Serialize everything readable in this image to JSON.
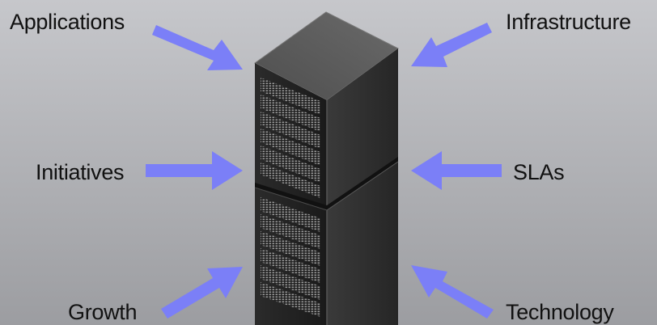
{
  "diagram": {
    "labels": {
      "applications": "Applications",
      "infrastructure": "Infrastructure",
      "initiatives": "Initiatives",
      "slas": "SLAs",
      "growth": "Growth",
      "technology": "Technology"
    },
    "center_icon": "server-rack-icon",
    "arrow_color": "#7b7ff7",
    "background_color": "#b8b9bd"
  }
}
